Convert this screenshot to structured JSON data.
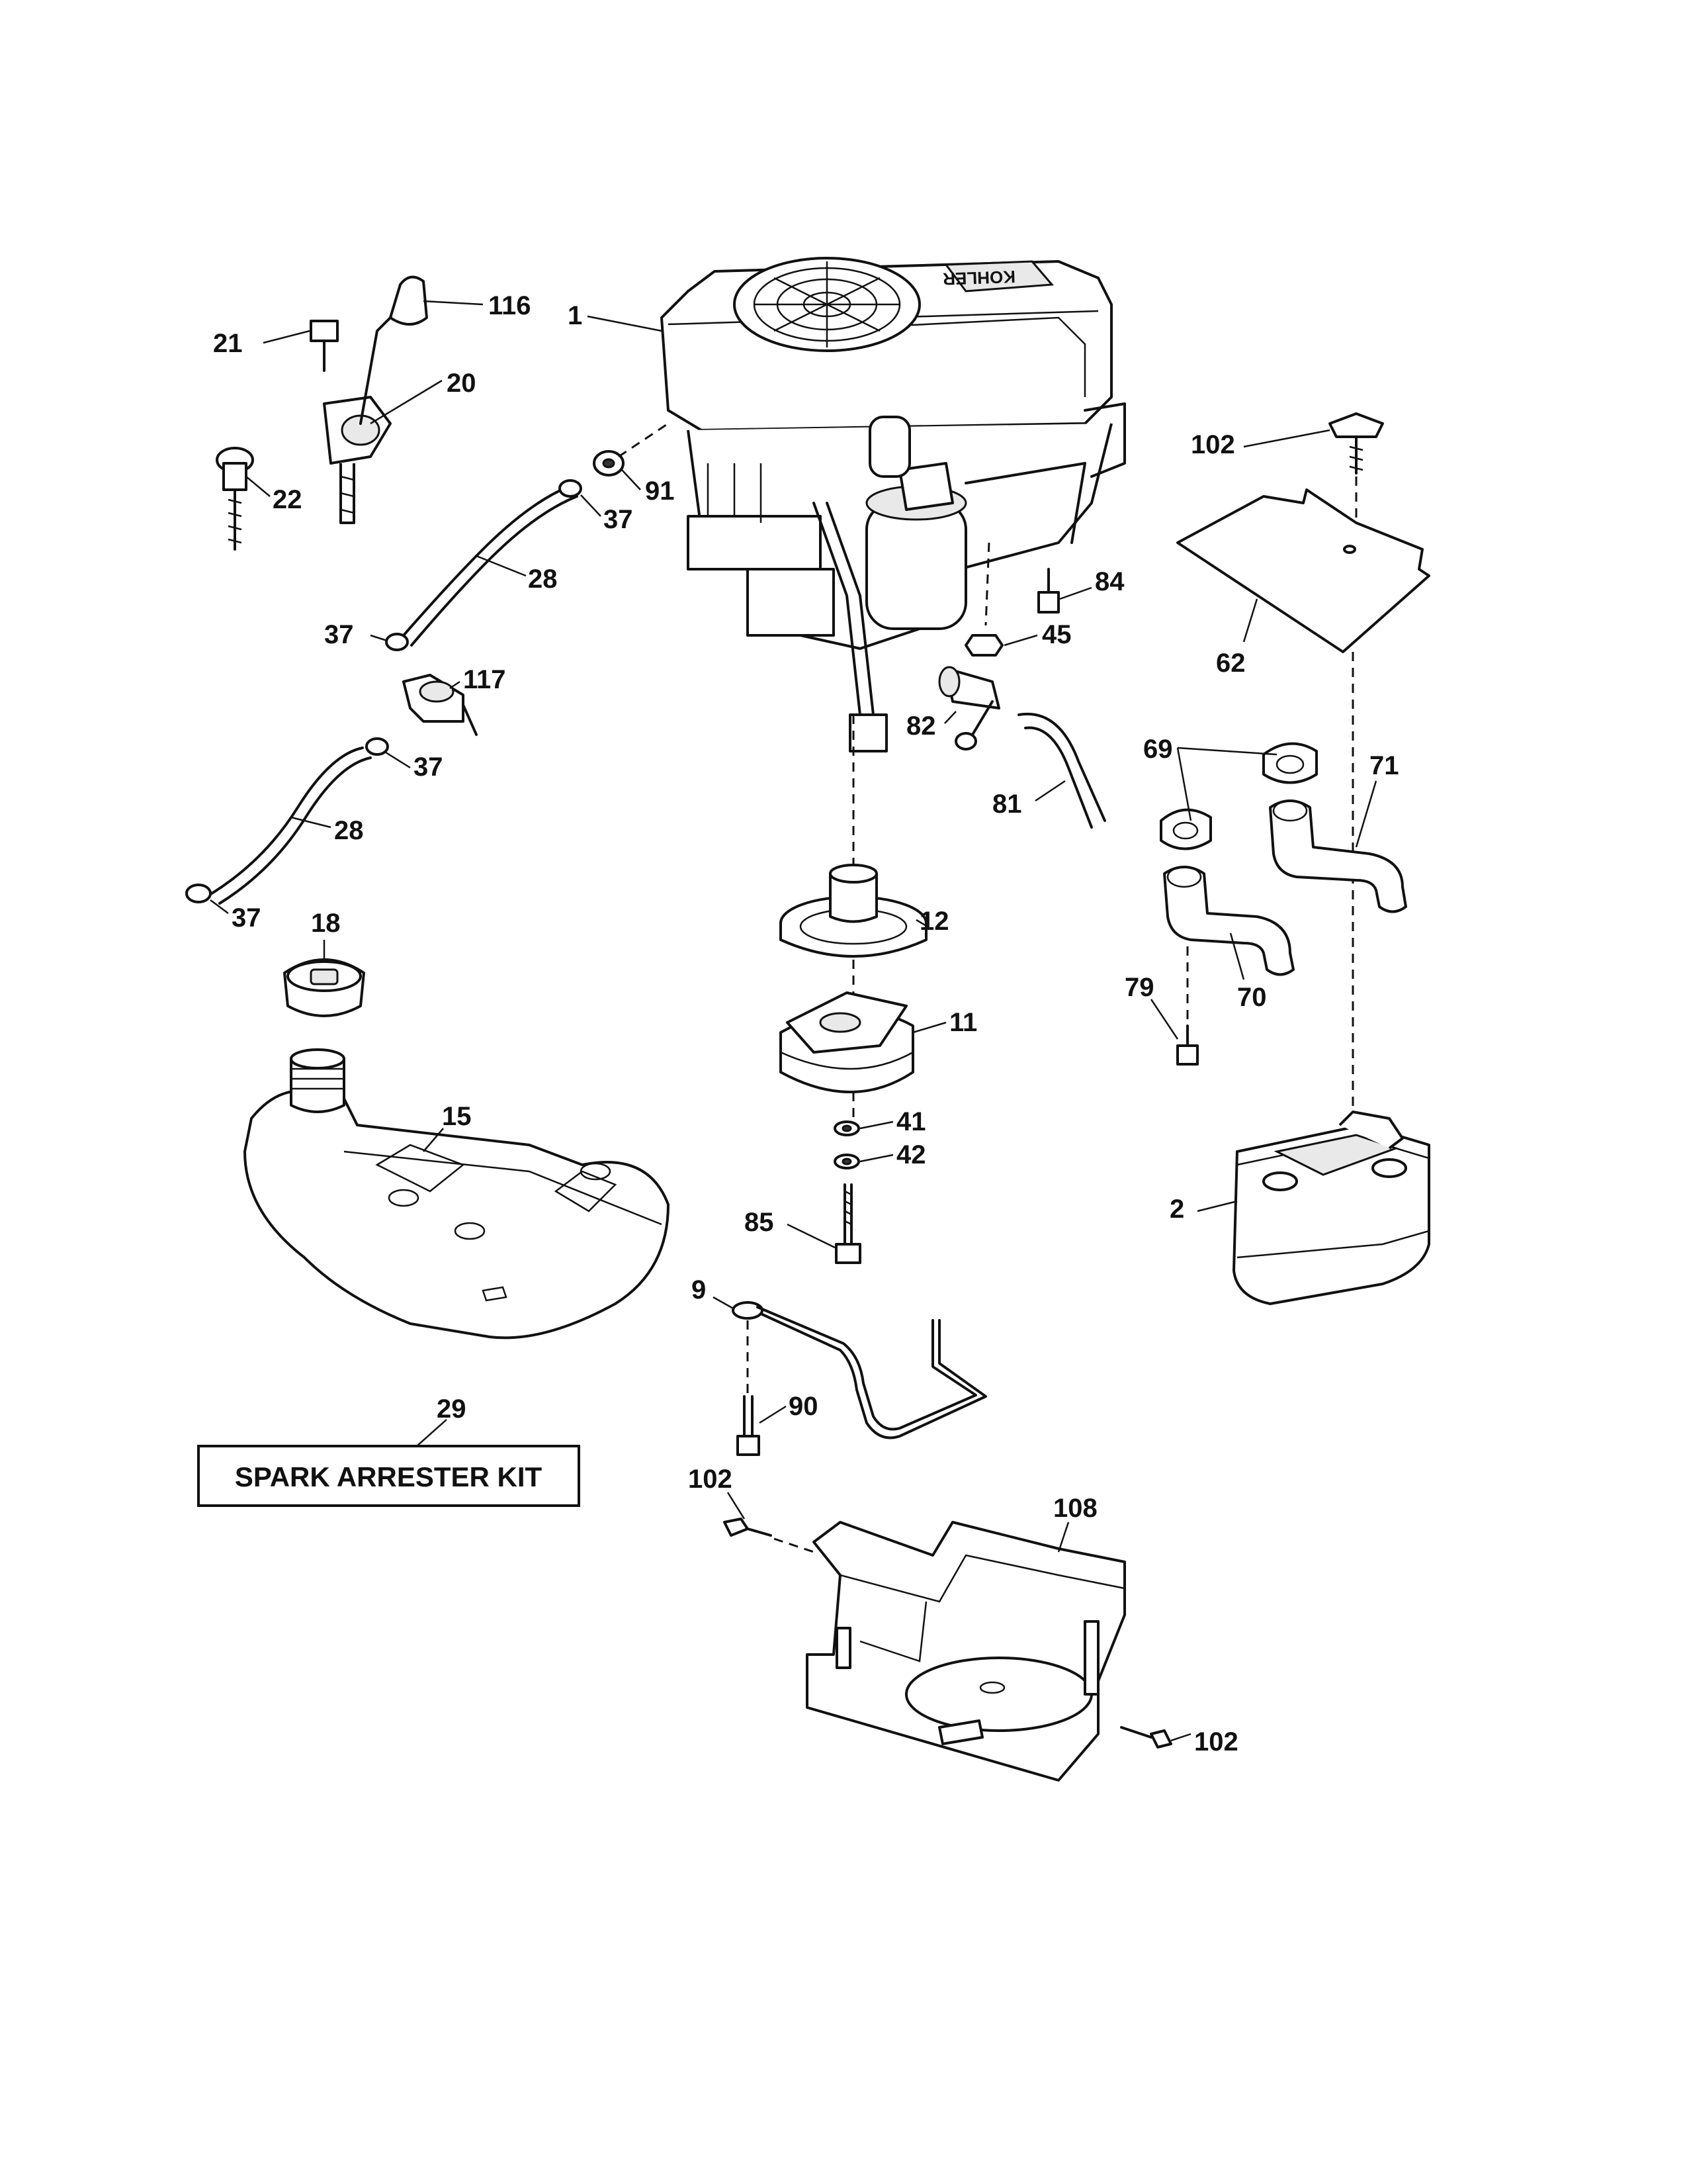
{
  "diagram": {
    "kit_label": "SPARK ARRESTER KIT",
    "engine_logo_text": "KOHLER",
    "labels": {
      "p1": "1",
      "p2": "2",
      "p9": "9",
      "p11": "11",
      "p12": "12",
      "p15": "15",
      "p18": "18",
      "p20": "20",
      "p21": "21",
      "p22": "22",
      "p28a": "28",
      "p28b": "28",
      "p29": "29",
      "p37a": "37",
      "p37b": "37",
      "p37c": "37",
      "p37d": "37",
      "p41": "41",
      "p42": "42",
      "p45": "45",
      "p62": "62",
      "p69": "69",
      "p70": "70",
      "p71": "71",
      "p79": "79",
      "p81": "81",
      "p82": "82",
      "p84": "84",
      "p85": "85",
      "p90": "90",
      "p91": "91",
      "p102a": "102",
      "p102b": "102",
      "p102c": "102",
      "p108": "108",
      "p116": "116",
      "p117": "117"
    }
  }
}
